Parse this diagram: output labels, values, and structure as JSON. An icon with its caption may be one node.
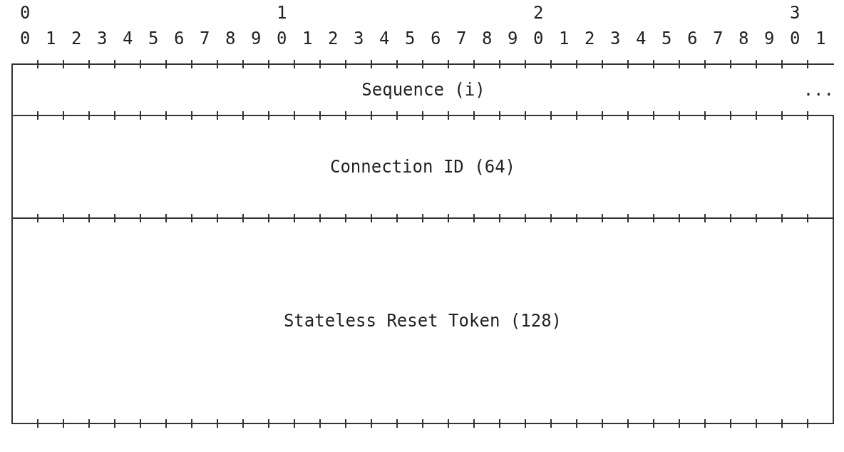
{
  "diagram": {
    "nodes": [
      {
        "text": [
          "Sequence (i)",
          "..."
        ]
      },
      {
        "text": [
          "Connection ID (64)"
        ]
      },
      {
        "text": [
          "Stateless Reset Token (128)"
        ]
      }
    ],
    "labels": [
      "0",
      "1",
      "2",
      "3",
      "0 1 2 3 4 5 6 7 8 9 0 1 2 3 4 5 6 7 8 9 0 1 2 3 4 5 6 7 8 9 0 1"
    ]
  }
}
